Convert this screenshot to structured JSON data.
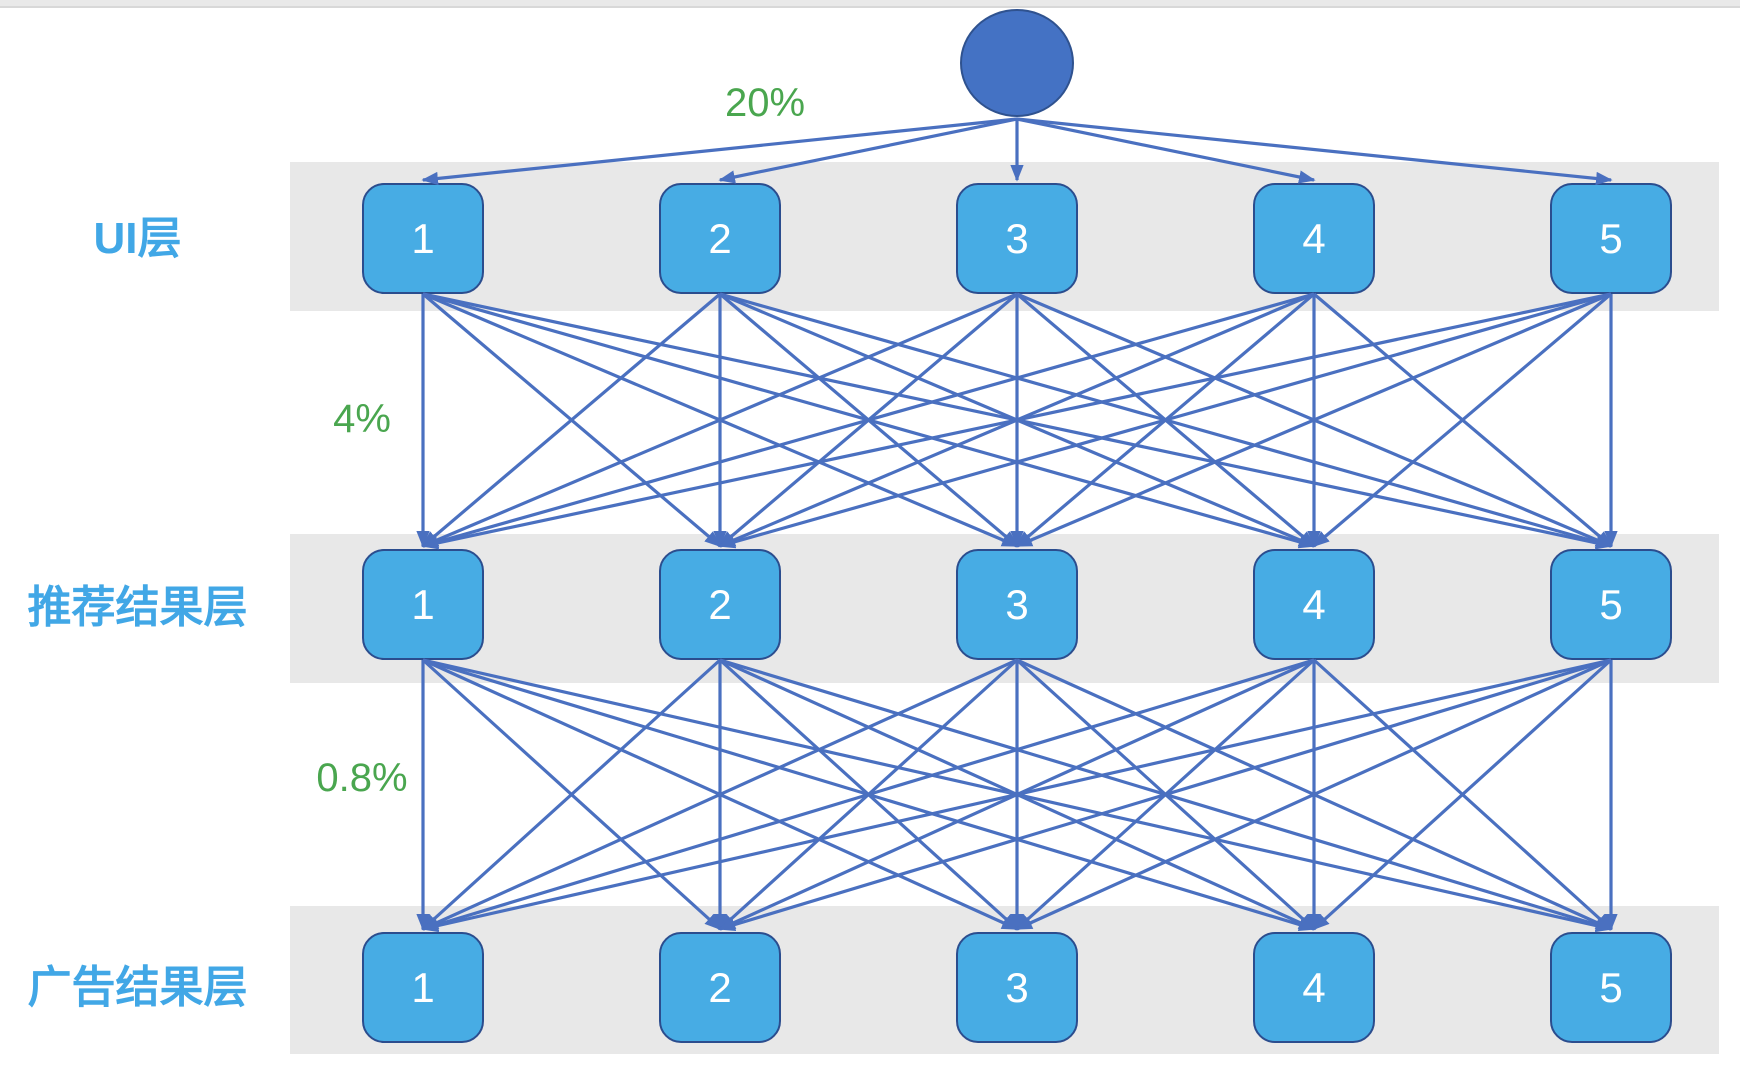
{
  "diagram": {
    "type": "layered-funnel-network",
    "root_node": {
      "shape": "circle",
      "label": ""
    },
    "layers": [
      {
        "label": "UI层",
        "nodes": [
          "1",
          "2",
          "3",
          "4",
          "5"
        ]
      },
      {
        "label": "推荐结果层",
        "nodes": [
          "1",
          "2",
          "3",
          "4",
          "5"
        ]
      },
      {
        "label": "广告结果层",
        "nodes": [
          "1",
          "2",
          "3",
          "4",
          "5"
        ]
      }
    ],
    "transition_rates": [
      {
        "from": "root",
        "to": "UI层",
        "rate": "20%"
      },
      {
        "from": "UI层",
        "to": "推荐结果层",
        "rate": "4%"
      },
      {
        "from": "推荐结果层",
        "to": "广告结果层",
        "rate": "0.8%"
      }
    ],
    "connectivity": "fully-connected-between-adjacent-layers"
  },
  "colors": {
    "edge": "#4A70C0",
    "node_fill": "#47ACE4",
    "node_border": "#2B4D8E",
    "band": "#e8e8e8",
    "rate_green": "#4AA64F",
    "label_blue": "#41A7E6",
    "root_fill": "#4472C4",
    "root_border": "#2F528F"
  }
}
